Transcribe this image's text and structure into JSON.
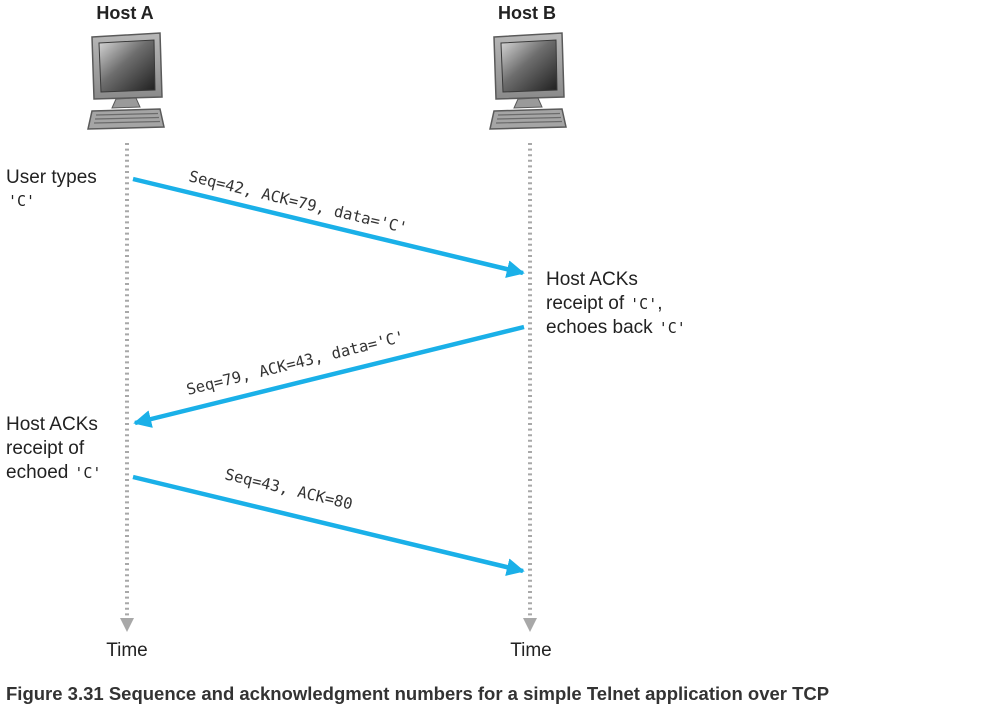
{
  "hosts": {
    "a": {
      "label": "Host A",
      "time_label": "Time"
    },
    "b": {
      "label": "Host B",
      "time_label": "Time"
    }
  },
  "left_notes": {
    "user_types": {
      "text": "User types",
      "code": "'C'"
    },
    "host_acks": {
      "line1": "Host ACKs",
      "line2": "receipt of",
      "line3": "echoed",
      "code": "'C'"
    }
  },
  "right_notes": {
    "host_acks": {
      "line1": "Host ACKs",
      "line2": "receipt of",
      "code2": "'C'",
      "punct2": ",",
      "line3": "echoes back",
      "code3": "'C'"
    }
  },
  "messages": [
    {
      "label": "Seq=42, ACK=79, data='C'"
    },
    {
      "label": "Seq=79, ACK=43, data='C'"
    },
    {
      "label": "Seq=43, ACK=80"
    }
  ],
  "caption": "Figure 3.31 Sequence and acknowledgment numbers for a simple Telnet application over TCP",
  "colors": {
    "arrow": "#1ab0e8",
    "timeline": "#a8a8a8",
    "text": "#222222"
  },
  "icons": {
    "host_a": "desktop-computer-icon",
    "host_b": "desktop-computer-icon"
  }
}
